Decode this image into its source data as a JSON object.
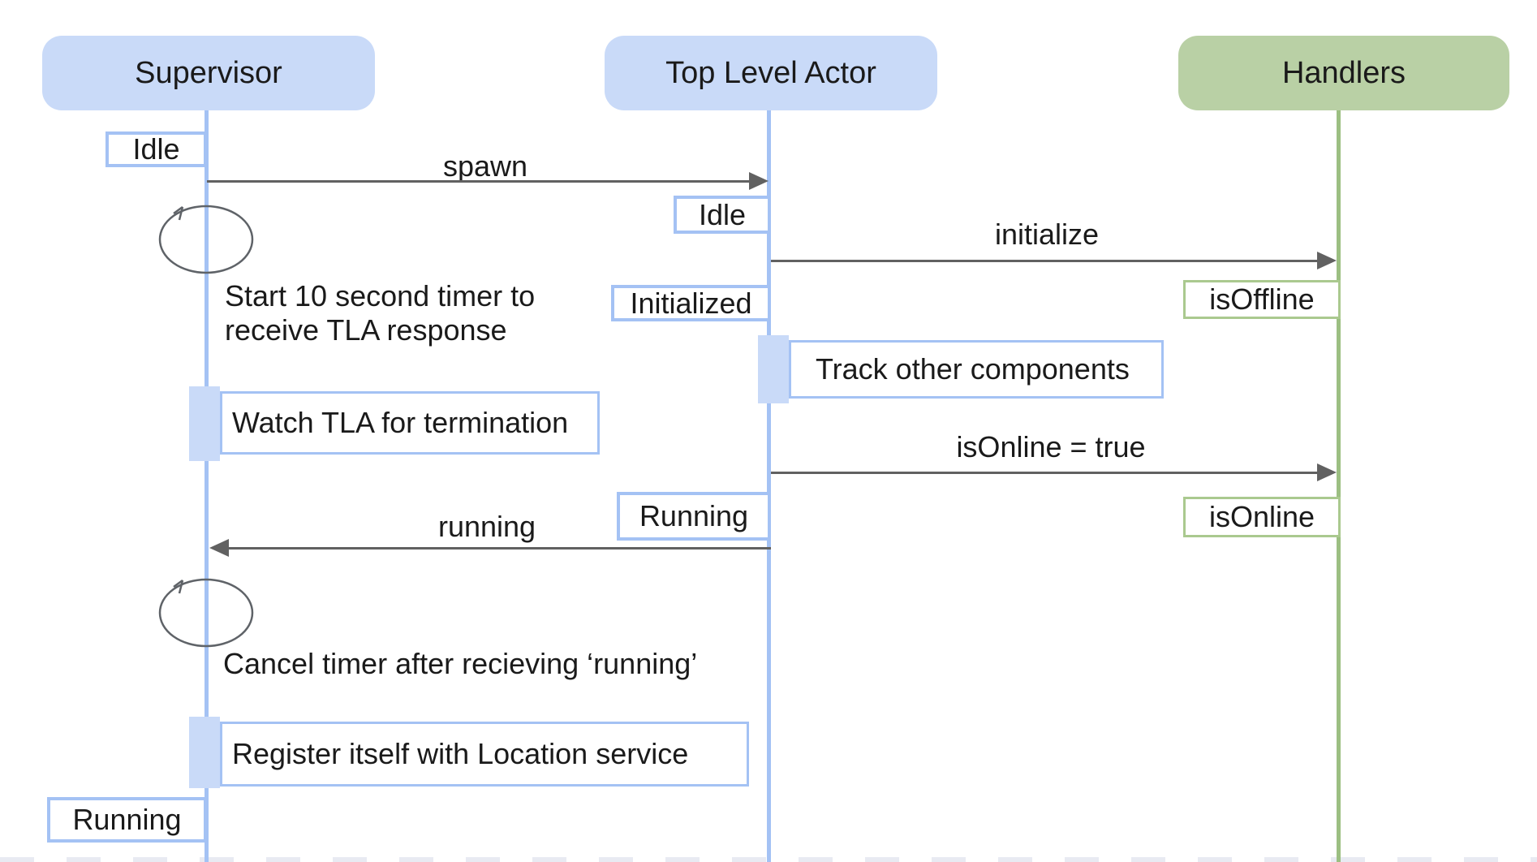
{
  "actors": [
    {
      "id": "supervisor",
      "label": "Supervisor",
      "color": "blue"
    },
    {
      "id": "top-level-actor",
      "label": "Top Level Actor",
      "color": "blue"
    },
    {
      "id": "handlers",
      "label": "Handlers",
      "color": "green"
    }
  ],
  "states": [
    {
      "label": "Idle",
      "lifeline": "supervisor"
    },
    {
      "label": "Idle",
      "lifeline": "top-level-actor"
    },
    {
      "label": "Initialized",
      "lifeline": "top-level-actor"
    },
    {
      "label": "isOffline",
      "lifeline": "handlers"
    },
    {
      "label": "Running",
      "lifeline": "top-level-actor"
    },
    {
      "label": "isOnline",
      "lifeline": "handlers"
    },
    {
      "label": "Running",
      "lifeline": "supervisor"
    }
  ],
  "messages": [
    {
      "label": "spawn",
      "from": "supervisor",
      "to": "top-level-actor"
    },
    {
      "label": "initialize",
      "from": "top-level-actor",
      "to": "handlers"
    },
    {
      "label": "isOnline = true",
      "from": "top-level-actor",
      "to": "handlers"
    },
    {
      "label": "running",
      "from": "top-level-actor",
      "to": "supervisor"
    }
  ],
  "activities": [
    {
      "label": "Track other components",
      "lifeline": "top-level-actor"
    },
    {
      "label": "Watch TLA for termination",
      "lifeline": "supervisor"
    },
    {
      "label": "Register itself with Location service",
      "lifeline": "supervisor"
    }
  ],
  "notes": [
    {
      "lines": [
        "Start 10 second timer to",
        "receive TLA response"
      ]
    },
    {
      "lines": [
        "Cancel timer after recieving ‘running’"
      ]
    }
  ],
  "colors": {
    "actor_blue_fill": "#c9daf8",
    "blue_line": "#a4c2f4",
    "actor_green_fill": "#b9d0a5",
    "green_line": "#9cbf82",
    "arrow": "#616161",
    "text": "#1a1a1a",
    "bottom_dash": "#e8eaf2"
  }
}
